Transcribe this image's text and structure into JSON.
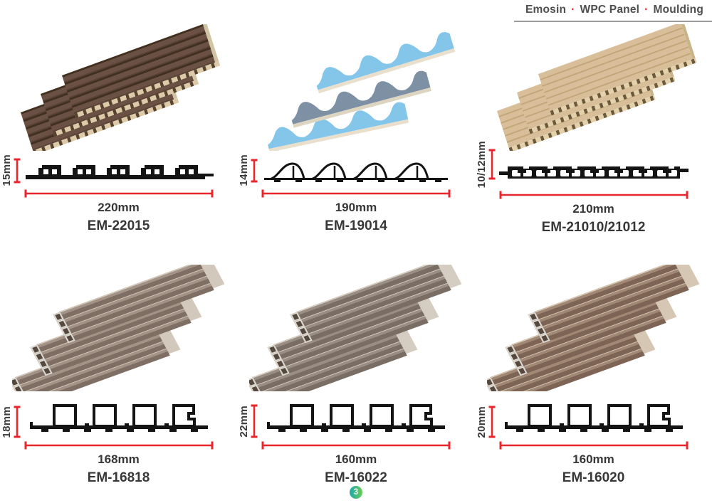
{
  "header": {
    "segments": [
      "Emosin",
      "WPC Panel",
      "Moulding"
    ],
    "separator": "·"
  },
  "page_number": "3",
  "products": [
    {
      "code": "EM-22015",
      "height_label": "15mm",
      "width_label": "220mm",
      "photo": "stack of brown slatted WPC wall panels"
    },
    {
      "code": "EM-19014",
      "height_label": "14mm",
      "width_label": "190mm",
      "photo": "stack of blue wavy WPC panels"
    },
    {
      "code": "EM-21010/21012",
      "height_label": "10/12mm",
      "width_label": "210mm",
      "photo": "stack of wood-grain hollow WPC panels"
    },
    {
      "code": "EM-16818",
      "height_label": "18mm",
      "width_label": "168mm",
      "photo": "stack of grey-brown fluted WPC panels"
    },
    {
      "code": "EM-16022",
      "height_label": "22mm",
      "width_label": "160mm",
      "photo": "stack of grey fluted WPC panels"
    },
    {
      "code": "EM-16020",
      "height_label": "20mm",
      "width_label": "160mm",
      "photo": "stack of walnut fluted WPC panels"
    }
  ],
  "colors": {
    "dimension_red": "#e8262b",
    "text_dark": "#373737",
    "header_text": "#4e4e4e",
    "underline_gray": "#9c9c9c",
    "badge_teal": "#1da9ad",
    "badge_green": "#69cd51"
  }
}
